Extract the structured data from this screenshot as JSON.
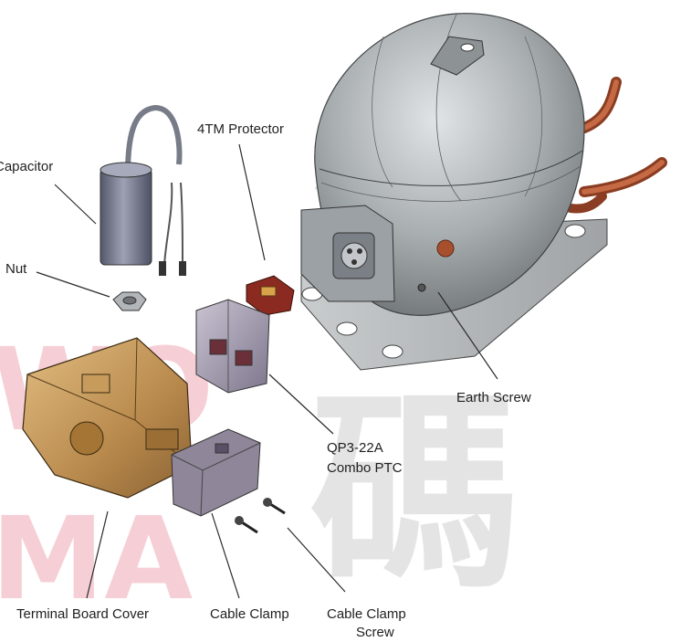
{
  "labels": {
    "capacitor": "Capacitor",
    "protector": "4TM Protector",
    "nut": "Nut",
    "earth_screw": "Earth Screw",
    "ptc_line1": "QP3-22A",
    "ptc_line2": "Combo PTC",
    "terminal_cover": "Terminal Board Cover",
    "cable_clamp": "Cable Clamp",
    "clamp_screw_line1": "Cable Clamp",
    "clamp_screw_line2": "Screw"
  },
  "watermark": {
    "latin": "WO MA",
    "glyphs": "江 碼"
  },
  "colors": {
    "compressor_shell": "#9ea3a6",
    "tube_copper": "#a8502e",
    "capacitor_body": "#6f7386",
    "terminal_cover": "#b88a4e",
    "ptc_body": "#8c8496",
    "protector_body": "#8a2a20",
    "watermark_red": "#f0b4bf",
    "watermark_gray": "#d7d7d7"
  }
}
